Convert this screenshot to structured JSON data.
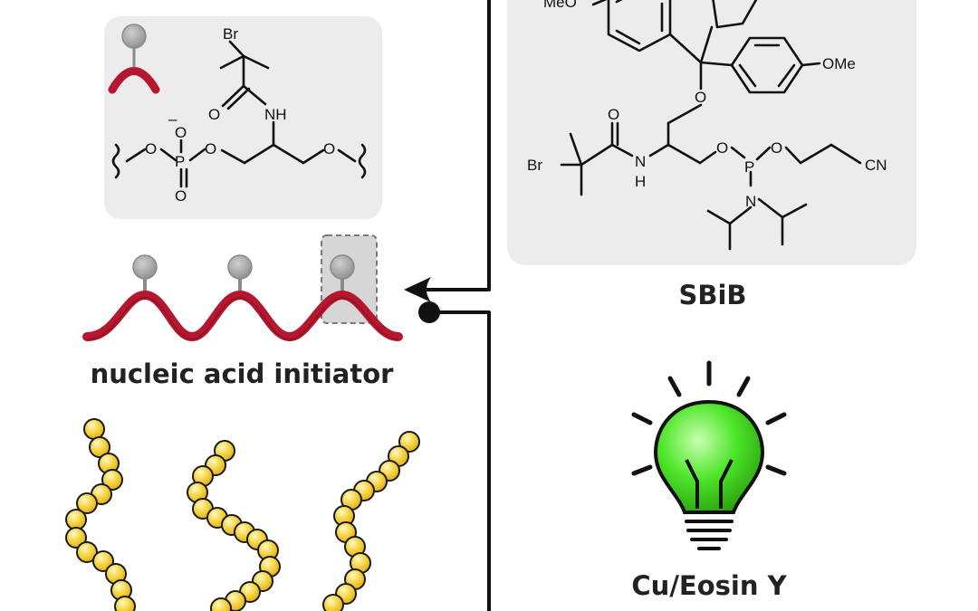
{
  "labels": {
    "reagent_name": "SBiB",
    "initiator_caption": "nucleic acid initiator",
    "catalyst_caption": "Cu/Eosin Y"
  },
  "initiator_structure": {
    "br": "Br",
    "nh": "NH",
    "o_carbonyl": "O",
    "o_left": "O",
    "o_mid": "O",
    "o_right": "O",
    "o_top": "O",
    "o_bottom": "O",
    "p": "P",
    "charge": "–"
  },
  "sbib_structure": {
    "meo": "MeO",
    "ome": "OMe",
    "o_trityl": "O",
    "o_carbonyl": "O",
    "br": "Br",
    "n": "N",
    "h": "H",
    "o_p1": "O",
    "p": "P",
    "o_p2": "O",
    "cn": "CN",
    "n_amine": "N"
  },
  "colors": {
    "strand": "#b5172f",
    "pendant": "#a0a0a0",
    "bead": "#f5d042",
    "bulb": "#4ee62a",
    "panel": "#ececec"
  },
  "icons": {
    "bulb": "lightbulb-icon",
    "arrow": "arrow-left-icon"
  }
}
